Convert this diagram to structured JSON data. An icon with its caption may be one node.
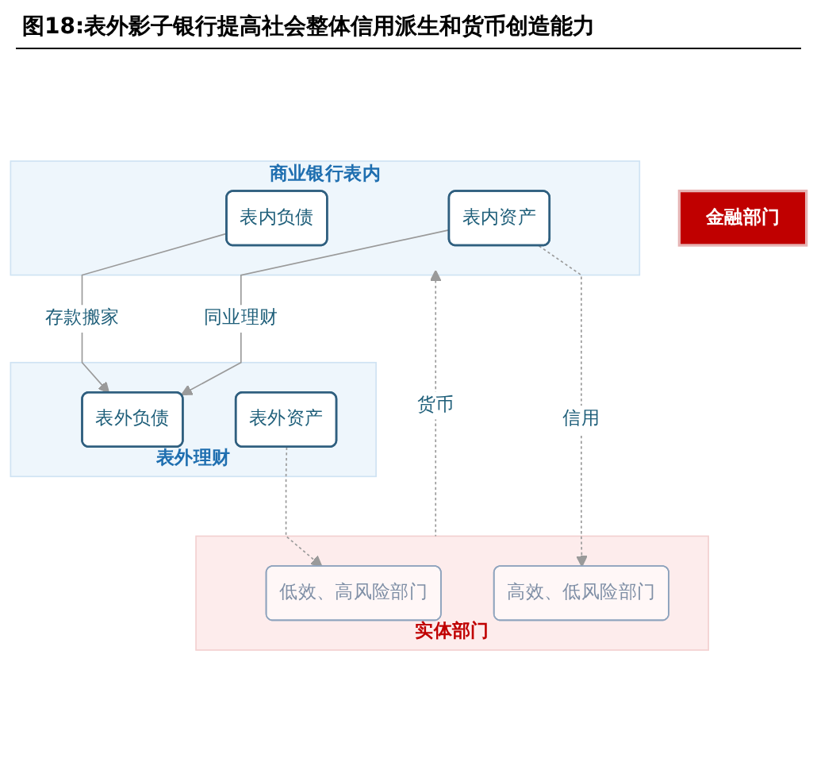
{
  "diagram": {
    "title": "图18:表外影子银行提高社会整体信用派生和货币创造能力",
    "nodes": [
      {
        "text": [
          "金融部门"
        ]
      },
      {
        "text": [
          "商业银行表内"
        ]
      },
      {
        "text": [
          "表内负债"
        ],
        "in": 1
      },
      {
        "text": [
          "表内资产"
        ],
        "in": 1
      },
      {
        "text": [
          "表外理财"
        ]
      },
      {
        "text": [
          "表外负债"
        ],
        "in": 4
      },
      {
        "text": [
          "表外资产"
        ],
        "in": 4
      },
      {
        "text": [
          "实体部门"
        ]
      },
      {
        "text": [
          "低效、高风险部门"
        ],
        "in": 7
      },
      {
        "text": [
          "高效、低风险部门"
        ],
        "in": 7
      }
    ],
    "edges": [
      {
        "from": 2,
        "to": 5,
        "arrow": "to",
        "label": "存款搬家"
      },
      {
        "from": 3,
        "to": 5,
        "arrow": "to",
        "label": "同业理财"
      },
      {
        "from": 3,
        "to": 9,
        "arrow": "to",
        "style": "dashed",
        "label": "信用"
      },
      {
        "from": 6,
        "to": 8,
        "arrow": "to",
        "style": "dashed"
      },
      {
        "from": 7,
        "to": 1,
        "arrow": "to",
        "style": "dashed",
        "label": "货币"
      }
    ]
  }
}
